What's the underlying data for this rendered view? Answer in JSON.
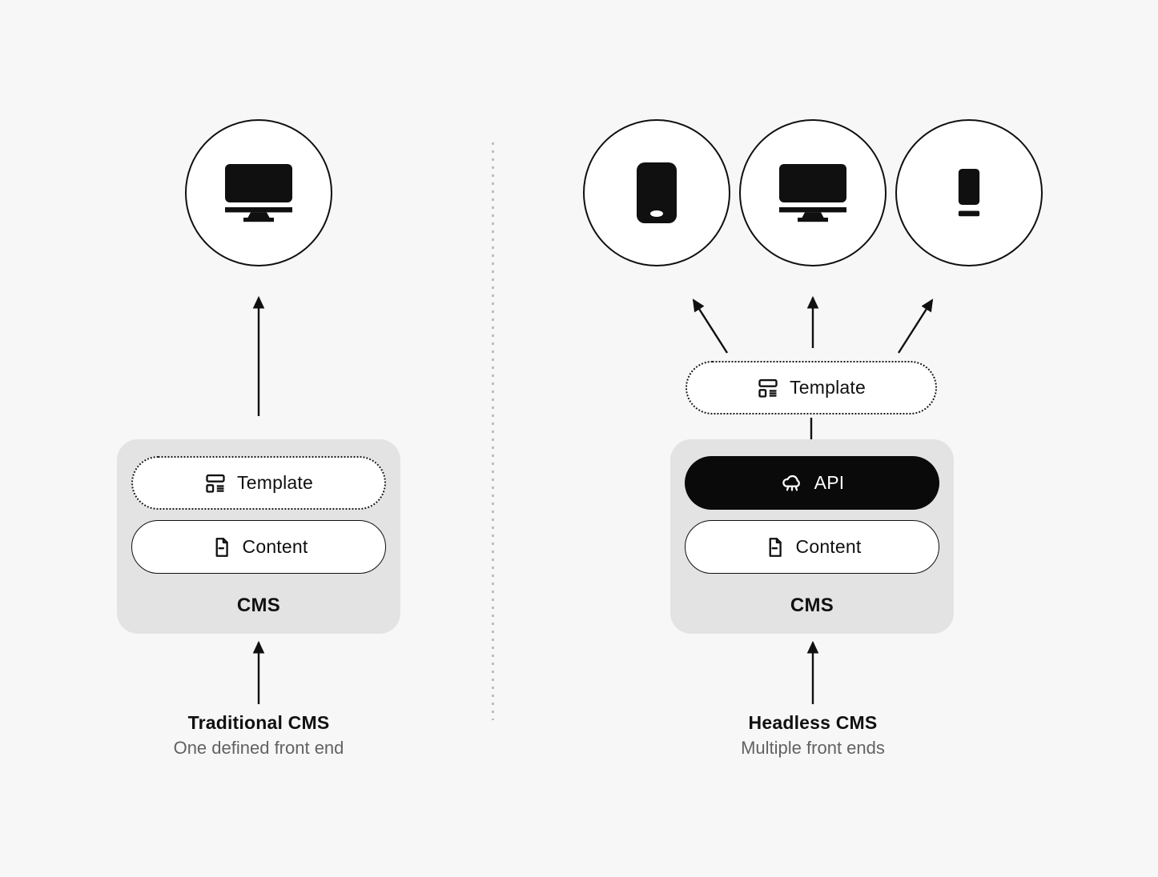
{
  "palette": {
    "background": "#f7f7f7",
    "box_fill": "#e3e3e3",
    "ink": "#101010",
    "api_pill_bg": "#0a0a0a",
    "subtitle": "#626262",
    "divider": "#bdbdbd"
  },
  "left": {
    "devices": [
      {
        "icon": "desktop-icon"
      }
    ],
    "cms_box": {
      "pills": [
        {
          "label": "Template",
          "icon": "template-icon",
          "style": "dotted"
        },
        {
          "label": "Content",
          "icon": "document-icon",
          "style": "solid"
        }
      ],
      "label": "CMS"
    },
    "caption": {
      "title": "Traditional CMS",
      "subtitle": "One defined front end"
    }
  },
  "right": {
    "devices": [
      {
        "icon": "smartphone-icon"
      },
      {
        "icon": "desktop-icon"
      },
      {
        "icon": "tablet-icon"
      }
    ],
    "template_pill": {
      "label": "Template",
      "icon": "template-icon"
    },
    "cms_box": {
      "pills": [
        {
          "label": "API",
          "icon": "cloud-icon",
          "style": "filled"
        },
        {
          "label": "Content",
          "icon": "document-icon",
          "style": "solid"
        }
      ],
      "label": "CMS"
    },
    "caption": {
      "title": "Headless CMS",
      "subtitle": "Multiple front ends"
    }
  }
}
